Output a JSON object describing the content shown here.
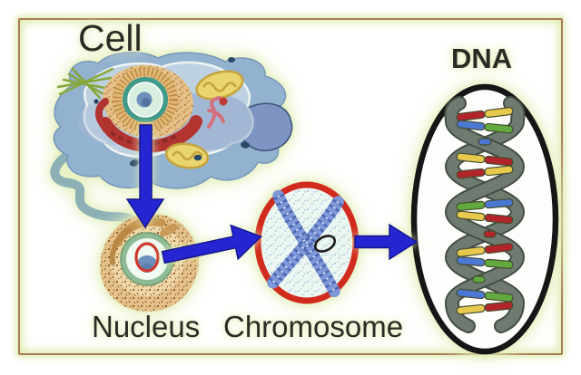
{
  "diagram": {
    "type": "flow",
    "topic": "Cell to DNA zoom-in diagram",
    "nodes": [
      {
        "id": "cell",
        "label": "Cell",
        "depiction": "animal cell with organelles"
      },
      {
        "id": "nucleus",
        "label": "Nucleus",
        "depiction": "nucleus cross-section with nucleolus circled in red"
      },
      {
        "id": "chromosome",
        "label": "Chromosome",
        "depiction": "X-shaped coiled chromosome in red circle with black ellipse callout"
      },
      {
        "id": "dna",
        "label": "DNA",
        "depiction": "double helix with colored base pairs inside black oval"
      }
    ],
    "edges": [
      {
        "from": "cell",
        "to": "nucleus"
      },
      {
        "from": "nucleus",
        "to": "chromosome"
      },
      {
        "from": "chromosome",
        "to": "dna"
      }
    ]
  },
  "labels": {
    "cell": "Cell",
    "nucleus": "Nucleus",
    "chromosome": "Chromosome",
    "dna": "DNA"
  },
  "colors": {
    "background": "#ffffff",
    "glow": "#e4efbc",
    "frame_border": "#a87c52",
    "label_text": "#2b2b26",
    "arrow_fill": "#2525d2",
    "arrow_edge": "#15158f",
    "cell_body": "#93b2cf",
    "cell_inner": "#bfd3e1",
    "cell_lobe": "#7e95c3",
    "flagellum": "#8cb0b6",
    "cell_nucleus_teal": "#3f9a89",
    "cell_nucleus_mint": "#d9efe0",
    "nucleolus_blue": "#6d90bd",
    "er_red": "#b23431",
    "cytoskeleton_green": "#85a73c",
    "mitochondria_yellow": "#ebd56e",
    "mitochondria_line": "#c5a33d",
    "organelle_pink": "#d4707e",
    "organelle_dot_navy": "#2a4766",
    "nucleus_tan": "#e5c088",
    "nucleus_tan_light": "#f0d9ac",
    "nucleus_tan_dark": "#c5944f",
    "nucleus_stipple": "#6f4a1c",
    "nucleus_green_ring": "#8fbb94",
    "nucleus_center": "#effaf2",
    "ring_red": "#cf3a2e",
    "chromo_ring": "#d12b1e",
    "chromo_fill": "#ecf7f1",
    "chromo_speckle": "#90b2dc",
    "chromo_blue": "#7d97d8",
    "chromo_blue_dark": "#4d66b0",
    "annotation_black": "#1c1c1c",
    "dna_outline": "#161616",
    "ribbon_gray": "#6f7a71",
    "ribbon_edge": "#454d45",
    "base_red": "#b2242a",
    "base_yellow": "#e7c94e",
    "base_green": "#61a93f",
    "base_blue": "#4a78d2"
  }
}
